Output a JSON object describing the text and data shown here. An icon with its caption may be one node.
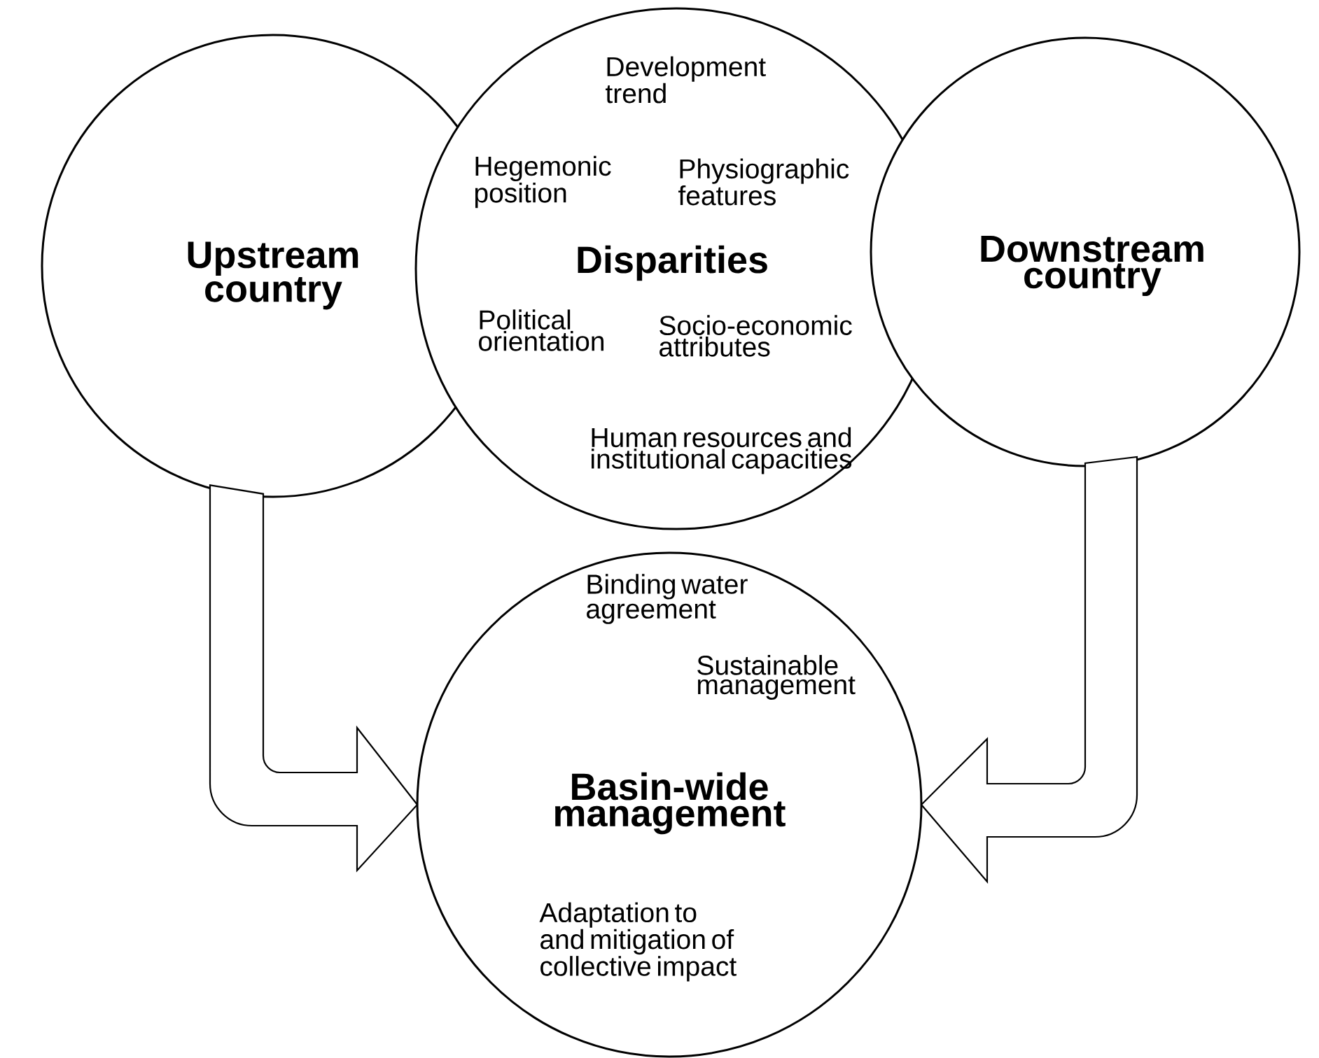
{
  "diagram": {
    "nodes": [
      {
        "text": [
          "Upstream country"
        ]
      },
      {
        "text": [
          "Development trend",
          "Hegemonic position",
          "Physiographic features",
          "Disparities",
          "Political orientation",
          "Socio-economic attributes",
          "Human resources and institutional capacities"
        ]
      },
      {
        "text": [
          "Downstream country"
        ]
      },
      {
        "text": [
          "Binding water agreement",
          "Sustainable management",
          "Basin-wide management",
          "Adaptation to and mitigation of collective impact"
        ]
      }
    ],
    "edges": [
      {
        "from": 0,
        "to": 3,
        "arrow": "to"
      },
      {
        "from": 2,
        "to": 3,
        "arrow": "to"
      }
    ]
  }
}
